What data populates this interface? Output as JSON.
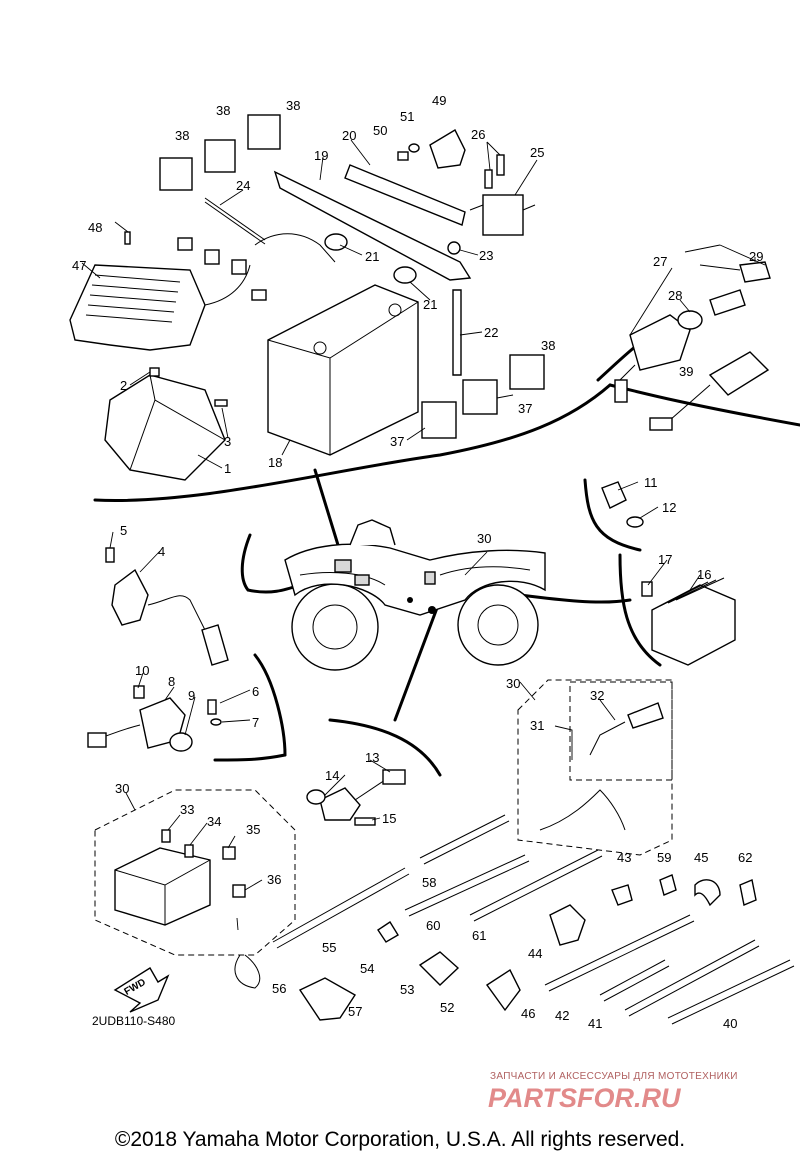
{
  "diagram": {
    "part_code": "2UDB110-S480",
    "fwd_label": "FWD",
    "copyright": "©2018 Yamaha Motor Corporation, U.S.A. All rights reserved.",
    "watermark": {
      "subtitle": "ЗАПЧАСТИ И АКСЕССУАРЫ ДЛЯ МОТОТЕХНИКИ",
      "logo": "PARTSFOR.RU"
    },
    "callouts": [
      "1",
      "2",
      "3",
      "4",
      "5",
      "6",
      "7",
      "8",
      "9",
      "10",
      "11",
      "12",
      "13",
      "14",
      "15",
      "16",
      "17",
      "18",
      "19",
      "20",
      "21",
      "22",
      "23",
      "24",
      "25",
      "26",
      "27",
      "28",
      "29",
      "30",
      "31",
      "32",
      "33",
      "34",
      "35",
      "36",
      "37",
      "38",
      "39",
      "40",
      "41",
      "42",
      "43",
      "44",
      "45",
      "46",
      "47",
      "48",
      "49",
      "50",
      "51",
      "52",
      "53",
      "54",
      "55",
      "56",
      "57",
      "58",
      "59",
      "60",
      "61",
      "62"
    ]
  }
}
